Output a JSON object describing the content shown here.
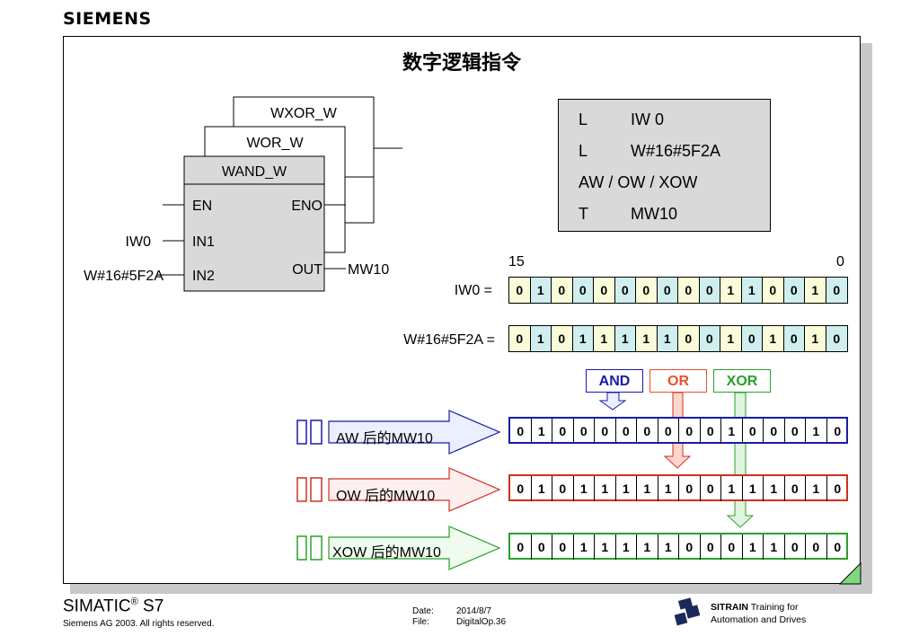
{
  "brand": {
    "logo": "SIEMENS"
  },
  "slide": {
    "title": "数字逻辑指令",
    "fbd": {
      "box_back2": "WXOR_W",
      "box_back1": "WOR_W",
      "box_front": "WAND_W",
      "pin_en": "EN",
      "pin_eno": "ENO",
      "pin_in1": "IN1",
      "pin_in2": "IN2",
      "pin_out": "OUT",
      "in1_operand": "IW0",
      "in2_operand": "W#16#5F2A",
      "out_operand": "MW10"
    },
    "stl": [
      {
        "op": "L",
        "arg": "IW 0"
      },
      {
        "op": "L",
        "arg": "W#16#5F2A"
      },
      {
        "op": "AW / OW / XOW",
        "arg": ""
      },
      {
        "op": "T",
        "arg": "MW10"
      }
    ],
    "bit_msb": "15",
    "bit_lsb": "0",
    "rows": [
      {
        "label": "IW0 =",
        "bits": [
          "0",
          "1",
          "0",
          "0",
          "0",
          "0",
          "0",
          "0",
          "0",
          "0",
          "1",
          "1",
          "0",
          "0",
          "1",
          "0"
        ]
      },
      {
        "label": "W#16#5F2A =",
        "bits": [
          "0",
          "1",
          "0",
          "1",
          "1",
          "1",
          "1",
          "1",
          "0",
          "0",
          "1",
          "0",
          "1",
          "0",
          "1",
          "0"
        ]
      }
    ],
    "operations": [
      {
        "label": "AND",
        "color": "#1a1aa8"
      },
      {
        "label": "OR",
        "color": "#e8502a"
      },
      {
        "label": "XOR",
        "color": "#2aa02a"
      }
    ],
    "results": [
      {
        "label": "AW 后的MW10",
        "color": "#1a1aa8",
        "bits": [
          "0",
          "1",
          "0",
          "0",
          "0",
          "0",
          "0",
          "0",
          "0",
          "0",
          "1",
          "0",
          "0",
          "0",
          "1",
          "0"
        ]
      },
      {
        "label": "OW 后的MW10",
        "color": "#d03020",
        "bits": [
          "0",
          "1",
          "0",
          "1",
          "1",
          "1",
          "1",
          "1",
          "0",
          "0",
          "1",
          "1",
          "1",
          "0",
          "1",
          "0"
        ]
      },
      {
        "label": "XOW 后的MW10",
        "color": "#2aa02a",
        "bits": [
          "0",
          "0",
          "0",
          "1",
          "1",
          "1",
          "1",
          "1",
          "0",
          "0",
          "0",
          "1",
          "1",
          "0",
          "0",
          "0"
        ]
      }
    ]
  },
  "footer": {
    "product": "SIMATIC",
    "reg": "®",
    "product_suffix": " S7",
    "copyright": "Siemens AG 2003. All rights reserved.",
    "date_label": "Date:",
    "date_value": "2014/8/7",
    "file_label": "File:",
    "file_value": "DigitalOp.36",
    "sitrain_brand": "SITRAIN",
    "sitrain_tag1": " Training for",
    "sitrain_tag2": "Automation and Drives"
  }
}
